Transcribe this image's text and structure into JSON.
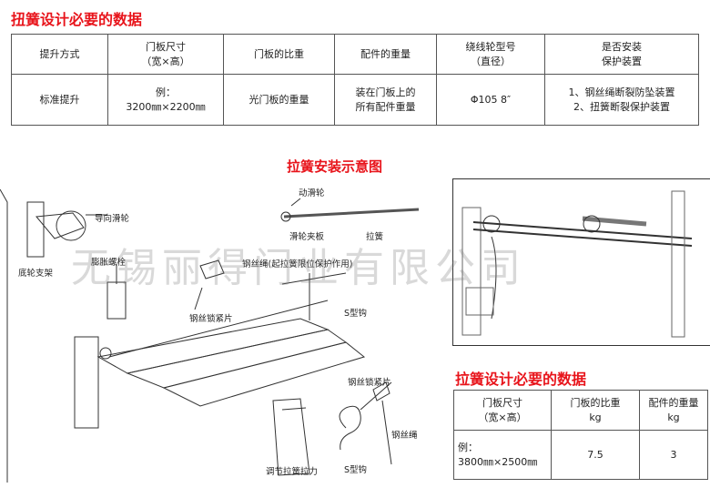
{
  "torsion_title": "扭簧设计必要的数据",
  "torsion_table": {
    "headers": [
      "提升方式",
      "门板尺寸\n（宽×高）",
      "门板的比重",
      "配件的重量",
      "绕线轮型号\n（直径）",
      "是否安装\n保护装置"
    ],
    "row": [
      "标准提升",
      "例：\n3200㎜×2200㎜",
      "光门板的重量",
      "装在门板上的\n所有配件重量",
      "Φ105 8″",
      "1、钢丝绳断裂防坠装置\n2、扭簧断裂保护装置"
    ]
  },
  "extension_diagram_title": "拉簧安装示意图",
  "watermark": "无锡丽得门业有限公司",
  "labels": {
    "moving_pulley": "动滑轮",
    "pulley_clamp": "滑轮夹板",
    "spring": "拉簧",
    "guide_pulley": "导向滑轮",
    "bottom_bracket": "底轮支架",
    "expansion_bolt": "膨胀螺栓",
    "cable_with_limit": "钢丝绳(起拉簧限位保护作用)",
    "cable_clamp_top": "钢丝锁紧片",
    "s_hook": "S型钩",
    "cable_clamp_bottom": "钢丝锁紧片",
    "cable": "钢丝绳",
    "adjust_tension": "调节拉簧拉力",
    "s_hook_bottom": "S型钩"
  },
  "extension_title": "拉簧设计必要的数据",
  "extension_table": {
    "headers": [
      "门板尺寸\n（宽×高）",
      "门板的比重\nkg",
      "配件的重量\nkg"
    ],
    "row": [
      "例：\n3800㎜×2500㎜",
      "7.5",
      "3"
    ]
  }
}
